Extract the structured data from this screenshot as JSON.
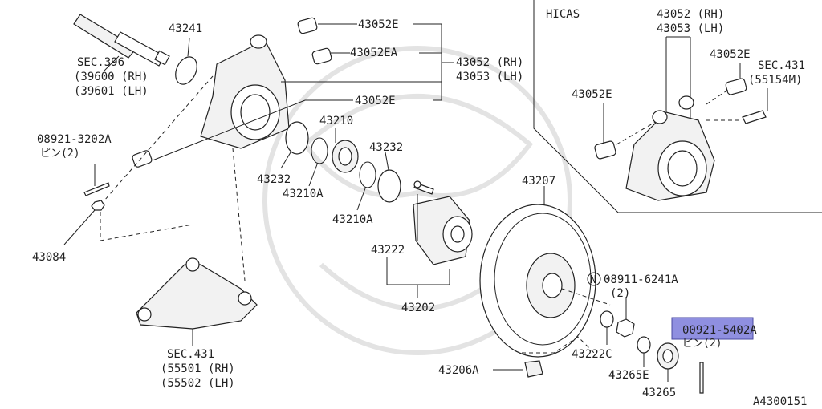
{
  "diagram_id": "A4300151",
  "hicas_title": "HICAS",
  "highlight_color": "#8f8fe0",
  "labels": {
    "p43241": "43241",
    "p43052e_top": "43052E",
    "p43052ea": "43052EA",
    "p43052_rh": "43052 (RH)",
    "p43053_lh": "43053 (LH)",
    "p43052e_mid": "43052E",
    "sec396": "SEC.396",
    "p39600": "(39600 (RH)",
    "p39601": "(39601 (LH)",
    "p08921_3202a": "08921-3202A",
    "pin2_a": "ピン(2)",
    "p43210": "43210",
    "p43232_a": "43232",
    "p43232_b": "43232",
    "p43210a_a": "43210A",
    "p43210a_b": "43210A",
    "p43084": "43084",
    "p43222": "43222",
    "p43207": "43207",
    "p43202": "43202",
    "sec431_a": "SEC.431",
    "p55501": "(55501 (RH)",
    "p55502": "(55502 (LH)",
    "n_mark": "N",
    "p08911": "08911-6241A",
    "qty2": "(2)",
    "p00921": "00921-5402A",
    "pin2_b": "ピン(2)",
    "p43222c": "43222C",
    "p43206a": "43206A",
    "p43265e": "43265E",
    "p43265": "43265",
    "h43052_rh": "43052 (RH)",
    "h43053_lh": "43053 (LH)",
    "h43052e_a": "43052E",
    "h43052e_b": "43052E",
    "hsec431": "SEC.431",
    "h55154m": "(55154M)"
  }
}
